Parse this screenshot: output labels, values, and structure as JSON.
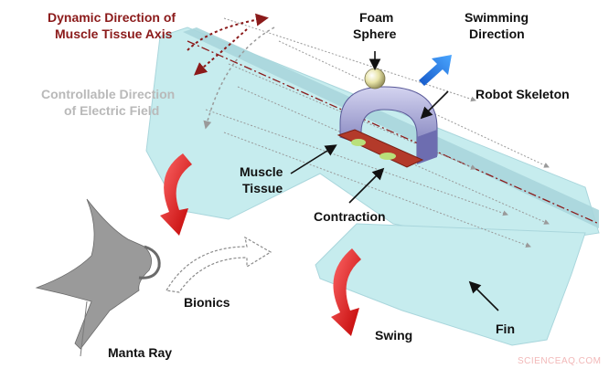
{
  "labels": {
    "dynamic_direction": [
      "Dynamic Direction of",
      "Muscle Tissue Axis"
    ],
    "controllable_direction": [
      "Controllable Direction",
      "of Electric Field"
    ],
    "foam_sphere": [
      "Foam",
      "Sphere"
    ],
    "swimming_direction": [
      "Swimming",
      "Direction"
    ],
    "robot_skeleton": "Robot Skeleton",
    "muscle_tissue": [
      "Muscle",
      "Tissue"
    ],
    "contraction": "Contraction",
    "bionics": "Bionics",
    "swing": "Swing",
    "fin": "Fin",
    "manta_ray": "Manta Ray"
  },
  "watermark": "SCIENCEAQ.COM",
  "colors": {
    "fin": "#c6ecee",
    "fin_edge": "#a9d6dc",
    "skeleton": "#8e8ec8",
    "muscle": "#b33a2a",
    "muscle_patch": "#b9e07a",
    "sphere": "#e6e2a8",
    "red_arrow": "#e01010",
    "blue_arrow": "#1f6fe0",
    "axis_line": "#8b1a1a",
    "label_red": "#8b1a1a",
    "label_gray": "#b9b9b9",
    "manta": "#8a8a8a"
  },
  "icons": [
    "manta-ray-icon",
    "swing-arrow-icon",
    "swimming-direction-arrow-icon",
    "bionics-arrow-icon"
  ]
}
